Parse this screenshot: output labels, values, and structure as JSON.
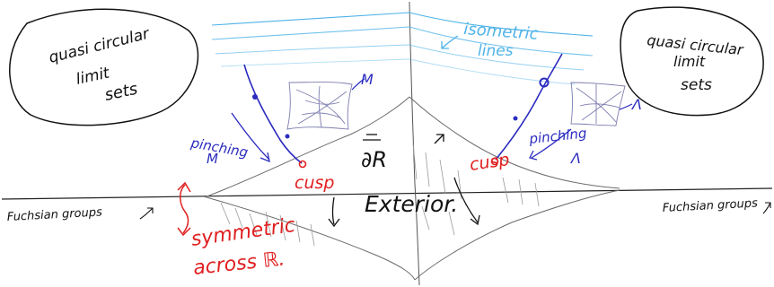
{
  "labels": {
    "quasi_left": [
      "quasi circular",
      "limit",
      "sets"
    ],
    "quasi_right": [
      "quasi circular",
      "limit",
      "sets"
    ],
    "isometric": [
      "isometric",
      "lines"
    ],
    "pinching_left": [
      "pinching",
      "M"
    ],
    "pinching_right": [
      "pinching",
      "Λ"
    ],
    "m_label": "M",
    "lambda_label": "Λ",
    "cusp_left": "cusp",
    "cusp_right": "cusp",
    "boundary": "∂R",
    "exterior": "Exterior.",
    "fuchsian_left": "Fuchsian groups",
    "fuchsian_right": "Fuchsian groups",
    "symmetric": [
      "symmetric",
      "across ℝ."
    ]
  },
  "colors": {
    "ink": "#111111",
    "blue": "#2b2bbf",
    "light_blue": "#4fb3e8",
    "red": "#e02020",
    "gray": "#8a8a8a"
  }
}
